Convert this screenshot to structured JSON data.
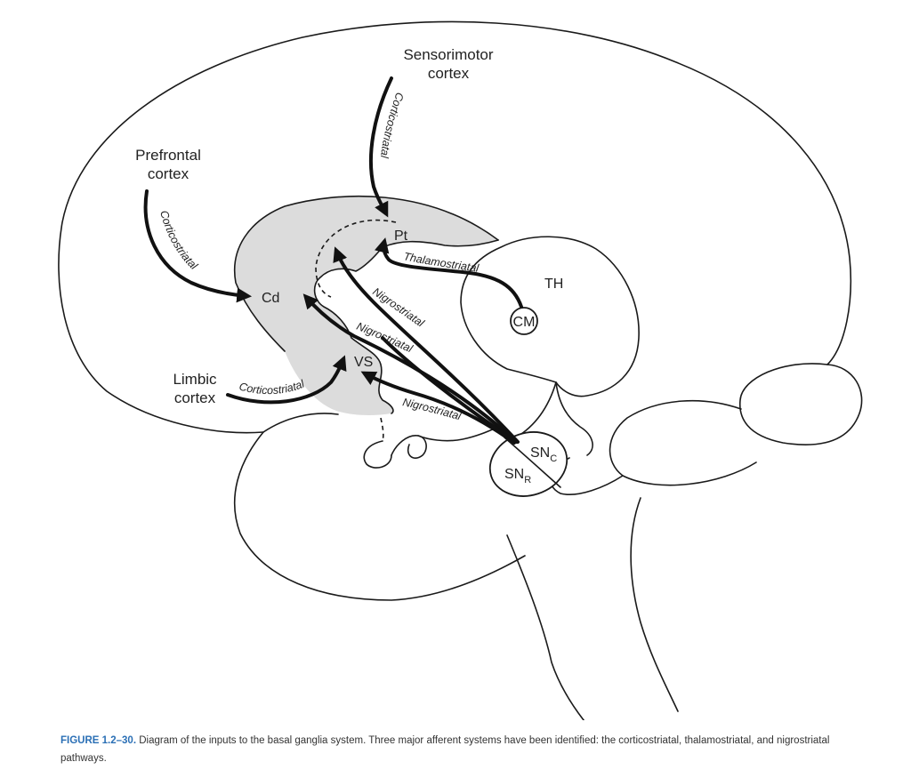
{
  "figure": {
    "regions": {
      "sensorimotor": [
        "Sensorimotor",
        "cortex"
      ],
      "prefrontal": [
        "Prefrontal",
        "cortex"
      ],
      "limbic": [
        "Limbic",
        "cortex"
      ]
    },
    "structures": {
      "cd": "Cd",
      "pt": "Pt",
      "vs": "VS",
      "th": "TH",
      "cm": "CM",
      "snc_main": "SN",
      "snc_sub": "C",
      "snr_main": "SN",
      "snr_sub": "R"
    },
    "pathways": {
      "corticostriatal_sensorimotor": "Corticostriatal",
      "corticostriatal_prefrontal": "Corticostriatal",
      "corticostriatal_limbic": "Corticostriatal",
      "thalamostriatal": "Thalamostriatal",
      "nigrostriatal_pt": "Nigrostriatal",
      "nigrostriatal_cd": "Nigrostriatal",
      "nigrostriatal_vs": "Nigrostriatal"
    },
    "colors": {
      "striatum_fill": "#dcdcdc",
      "line": "#111111",
      "caption_accent": "#2a6fb5"
    }
  },
  "caption": {
    "label": "FIGURE 1.2–30.",
    "text": " Diagram of the inputs to the basal ganglia system. Three major afferent systems have been identified: the corticostriatal, thalamostriatal, and nigrostriatal pathways."
  }
}
